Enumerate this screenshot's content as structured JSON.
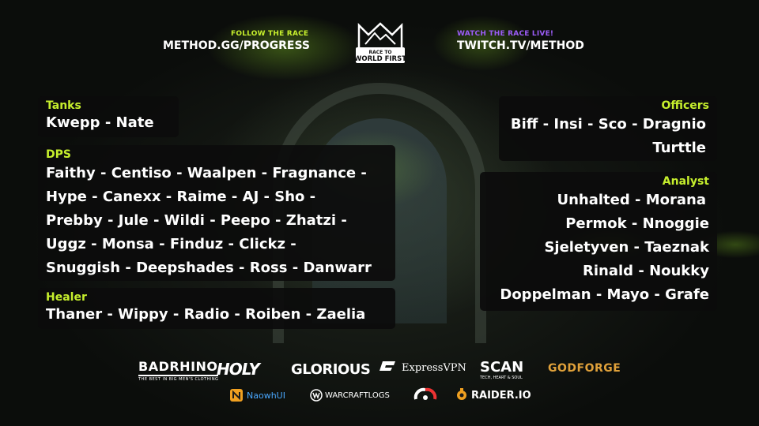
{
  "header": {
    "follow_label": "FOLLOW THE RACE",
    "follow_url": "METHOD.GG/PROGRESS",
    "watch_label": "WATCH THE RACE LIVE!",
    "watch_url": "TWITCH.TV/METHOD",
    "logo_line1": "RACE TO",
    "logo_line2": "WORLD FIRST",
    "follow_color": "#c6ef2d",
    "watch_color": "#9b5cf6"
  },
  "tanks": {
    "title": "Tanks",
    "lines": [
      "Kwepp - Nate"
    ]
  },
  "dps": {
    "title": "DPS",
    "lines": [
      "Faithy - Centiso - Waalpen - Fragnance -",
      "Hype - Canexx - Raime - AJ - Sho -",
      "Prebby - Jule - Wildi - Peepo - Zhatzi -",
      "Uggz - Monsa - Finduz - Clickz -",
      "Snuggish - Deepshades - Ross - Danwarr"
    ]
  },
  "healer": {
    "title": "Healer",
    "lines": [
      "Thaner - Wippy - Radio - Roiben - Zaelia"
    ]
  },
  "officers": {
    "title": "Officers",
    "lines": [
      "Biff - Insi - Sco - Dragnio",
      "Turttle"
    ]
  },
  "analyst": {
    "title": "Analyst",
    "lines": [
      "Unhalted - Morana",
      "Permok - Nnoggie",
      "Sjeletyven - Taeznak",
      "Rinald - Noukky",
      "Doppelman - Mayo - Grafe"
    ]
  },
  "sponsors": {
    "row1": [
      {
        "name": "BADRHINO",
        "sub": "THE BEST IN BIG MEN'S CLOTHING"
      },
      {
        "name": "HOLY"
      },
      {
        "name": "GLORIOUS"
      },
      {
        "name": "ExpressVPN"
      },
      {
        "name": "SCAN",
        "sub": "TECH, HEART & SOUL"
      },
      {
        "name": "GODFORGE"
      }
    ],
    "row2": [
      {
        "name": "NaowhUI"
      },
      {
        "name": "WARCRAFTLOGS"
      },
      {
        "name": "RAIDER.IO"
      }
    ]
  },
  "colors": {
    "accent": "#c6ef2d",
    "panel": "#0c0c0c"
  }
}
